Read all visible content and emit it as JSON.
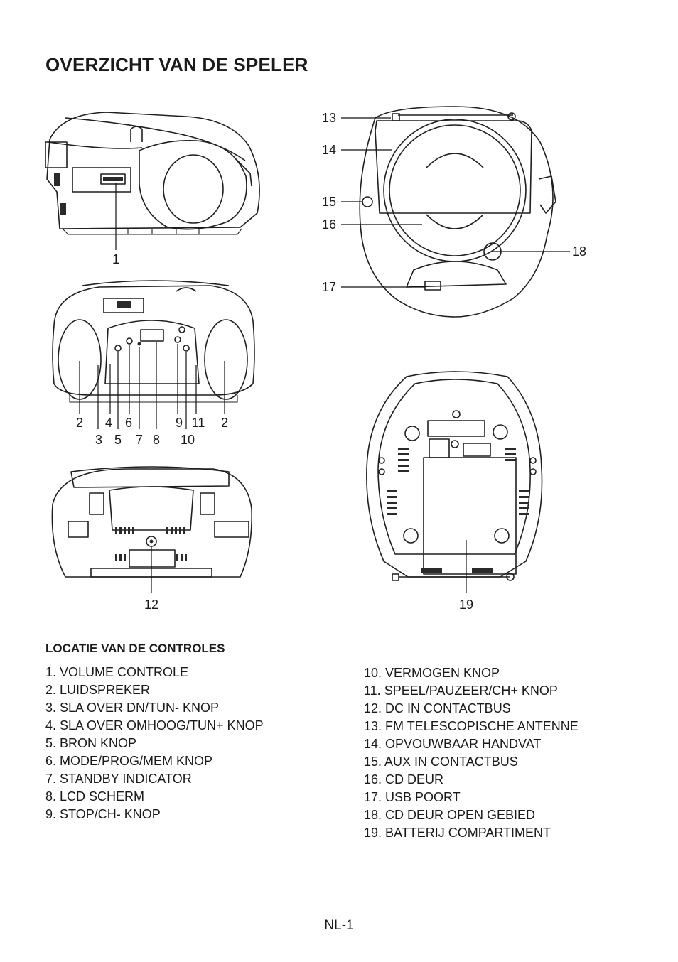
{
  "page": {
    "title": "OVERZICHT VAN DE SPELER",
    "section_heading": "LOCATIE VAN DE CONTROLES",
    "page_number": "NL-1"
  },
  "diagram": {
    "callouts": [
      "1",
      "2",
      "3",
      "4",
      "5",
      "6",
      "7",
      "8",
      "9",
      "10",
      "11",
      "2",
      "12",
      "13",
      "14",
      "15",
      "16",
      "17",
      "18",
      "19"
    ]
  },
  "controls": {
    "left": [
      "1. VOLUME CONTROLE",
      "2. LUIDSPREKER",
      "3. SLA OVER DN/TUN- KNOP",
      "4. SLA OVER OMHOOG/TUN+ KNOP",
      "5. BRON KNOP",
      "6. MODE/PROG/MEM KNOP",
      "7. STANDBY INDICATOR",
      "8. LCD SCHERM",
      "9. STOP/CH- KNOP"
    ],
    "right": [
      "10. VERMOGEN KNOP",
      "11. SPEEL/PAUZEER/CH+ KNOP",
      "12. DC IN CONTACTBUS",
      "13. FM TELESCOPISCHE ANTENNE",
      "14. OPVOUWBAAR HANDVAT",
      "15. AUX IN CONTACTBUS",
      "16. CD DEUR",
      "17. USB POORT",
      "18. CD DEUR OPEN GEBIED",
      "19. BATTERIJ COMPARTIMENT"
    ]
  }
}
